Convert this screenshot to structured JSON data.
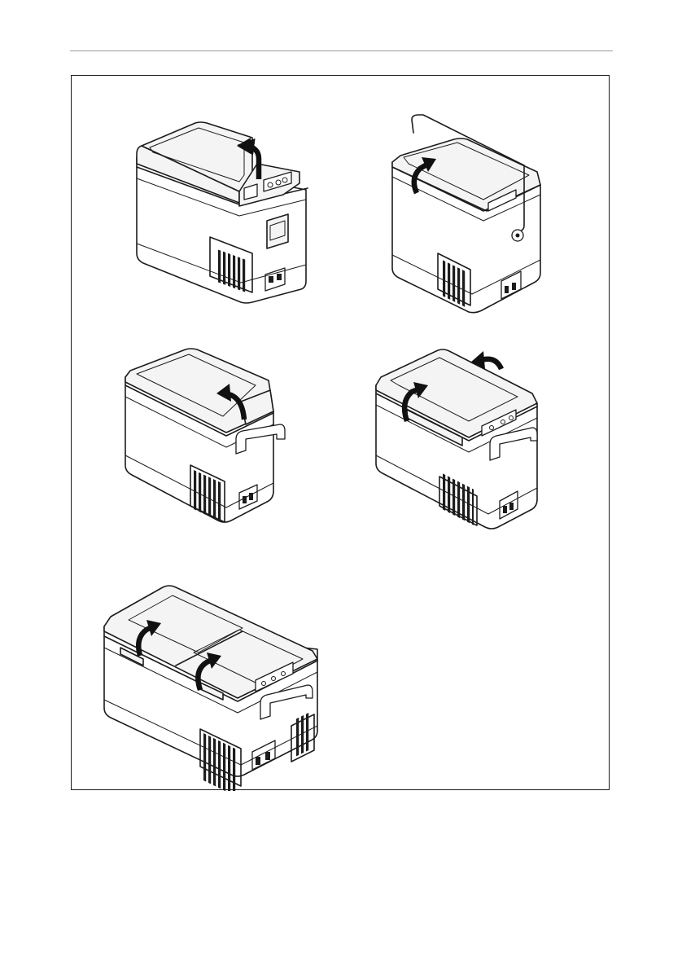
{
  "page": {
    "header_rule": true
  },
  "figure": {
    "illustrations": [
      {
        "name": "cooler-small-dual-lid",
        "icon": "open-lid-arrow-icon"
      },
      {
        "name": "cooler-with-carry-handle",
        "icon": "open-lid-arrow-icon"
      },
      {
        "name": "cooler-medium",
        "icon": "open-lid-arrow-icon"
      },
      {
        "name": "cooler-reversible-lid",
        "icon": "open-lid-arrow-icon"
      },
      {
        "name": "cooler-dual-zone",
        "icon": "open-lid-arrow-icon"
      }
    ]
  }
}
